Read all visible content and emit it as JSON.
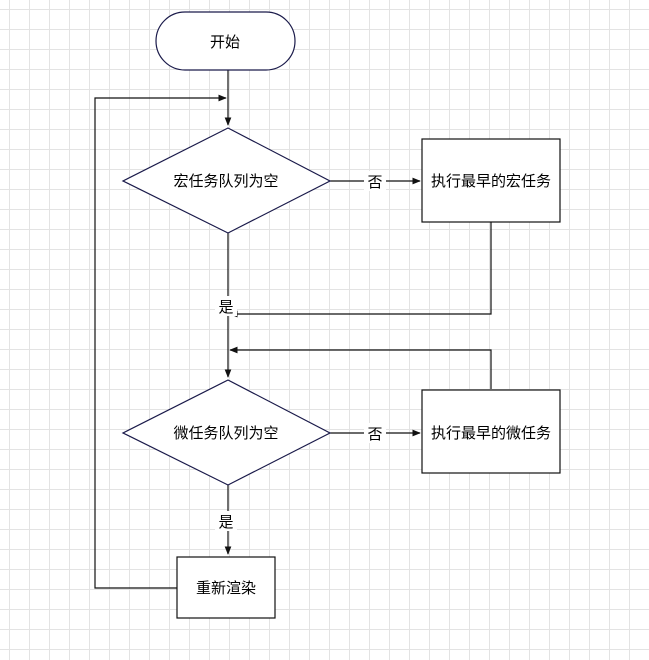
{
  "nodes": {
    "start": "开始",
    "macro_check": "宏任务队列为空",
    "run_macro": "执行最早的宏任务",
    "micro_check": "微任务队列为空",
    "run_micro": "执行最早的微任务",
    "rerender": "重新渲染"
  },
  "edge_labels": {
    "macro_no": "否",
    "macro_yes": "是",
    "micro_no": "否",
    "micro_yes": "是"
  },
  "colors": {
    "node_border": "#1a1a4a",
    "line": "#111111",
    "grid": "#e3e3e3"
  }
}
